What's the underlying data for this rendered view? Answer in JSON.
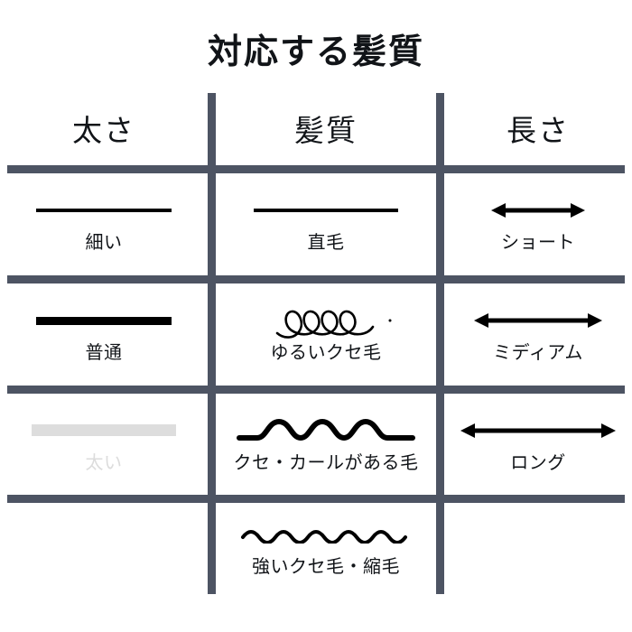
{
  "title": "対応する髪質",
  "columns": [
    {
      "id": "thickness",
      "label": "太さ"
    },
    {
      "id": "texture",
      "label": "髪質"
    },
    {
      "id": "length",
      "label": "長さ"
    }
  ],
  "thickness": [
    {
      "label": "細い",
      "icon": "thin-line-icon",
      "enabled": true
    },
    {
      "label": "普通",
      "icon": "medium-line-icon",
      "enabled": true
    },
    {
      "label": "太い",
      "icon": "thick-bar-icon",
      "enabled": false
    }
  ],
  "texture": [
    {
      "label": "直毛",
      "icon": "straight-line-icon"
    },
    {
      "label": "ゆるいクセ毛",
      "icon": "loose-curl-icon"
    },
    {
      "label": "クセ・カールがある毛",
      "icon": "wave-curl-icon"
    },
    {
      "label": "強いクセ毛・縮毛",
      "icon": "tight-zigzag-icon"
    }
  ],
  "length": [
    {
      "label": "ショート",
      "icon": "short-arrow-icon"
    },
    {
      "label": "ミディアム",
      "icon": "medium-arrow-icon"
    },
    {
      "label": "ロング",
      "icon": "long-arrow-icon"
    }
  ],
  "colors": {
    "grid": "#4d5463",
    "ink": "#111418",
    "disabled": "#dcdcdc"
  }
}
